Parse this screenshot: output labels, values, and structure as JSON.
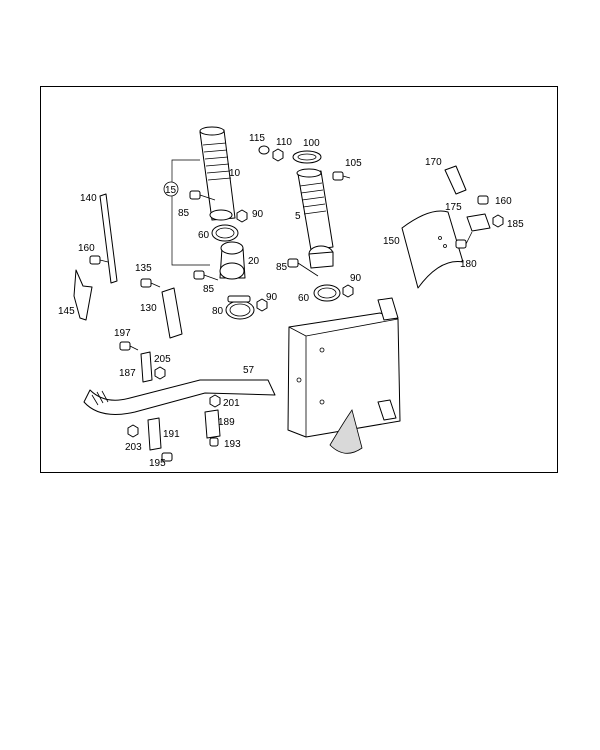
{
  "diagram": {
    "callouts": [
      "10",
      "5",
      "15",
      "20",
      "60",
      "85",
      "90",
      "80",
      "100",
      "105",
      "110",
      "115",
      "130",
      "135",
      "140",
      "145",
      "150",
      "160",
      "170",
      "175",
      "180",
      "185",
      "187",
      "189",
      "191",
      "193",
      "195",
      "197",
      "201",
      "203",
      "205",
      "57"
    ]
  }
}
